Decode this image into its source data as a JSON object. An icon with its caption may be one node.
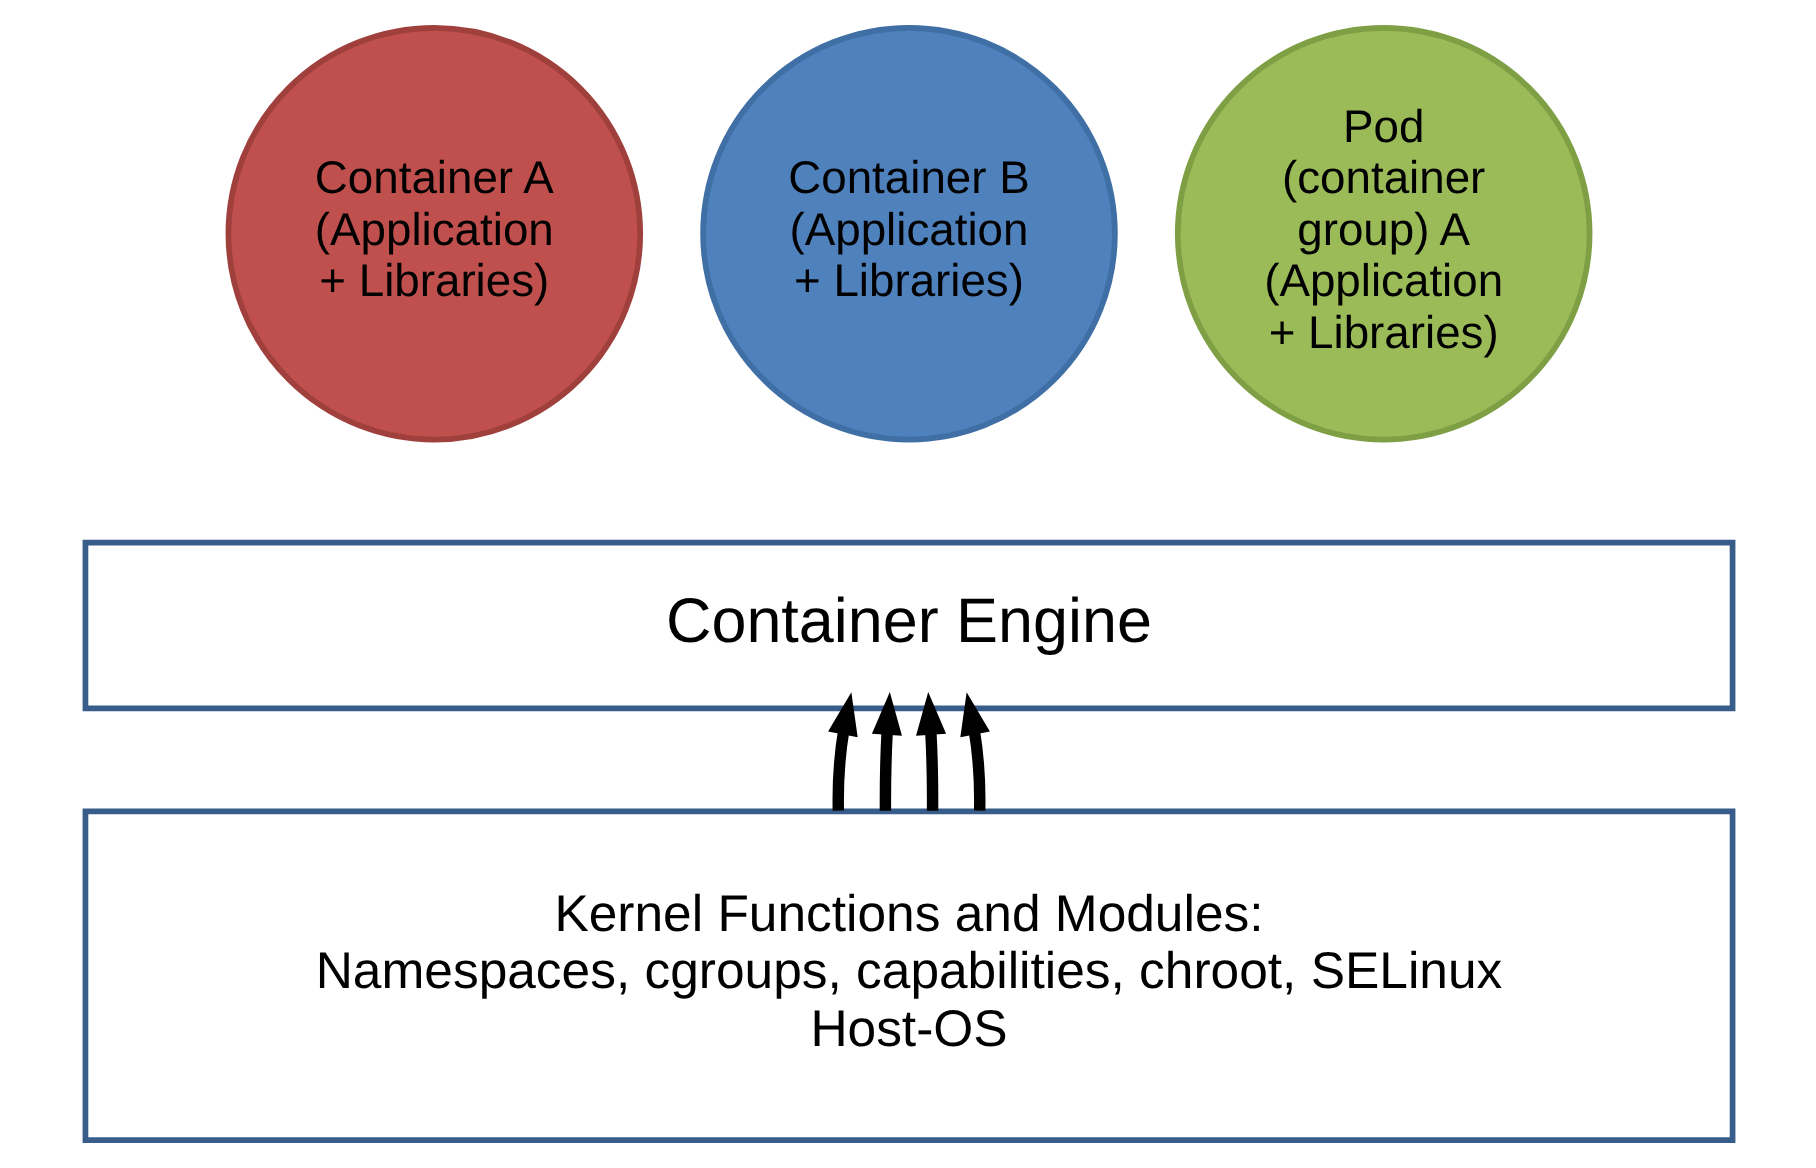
{
  "diagram": {
    "nodes": [
      {
        "text": [
          "Container A (Application + Libraries)"
        ]
      },
      {
        "text": [
          "Container B (Application + Libraries)"
        ]
      },
      {
        "text": [
          "Pod (container group) A (Application + Libraries)"
        ]
      },
      {
        "text": [
          "Container Engine"
        ]
      },
      {
        "text": [
          "Kernel Functions and Modules:",
          "Namespaces, cgroups, capabilities, chroot, SELinux",
          "Host-OS"
        ]
      }
    ],
    "edges": [
      {
        "from": 4,
        "to": 3,
        "arrow": "to"
      },
      {
        "from": 4,
        "to": 3,
        "arrow": "to"
      },
      {
        "from": 4,
        "to": 3,
        "arrow": "to"
      },
      {
        "from": 4,
        "to": 3,
        "arrow": "to"
      }
    ]
  }
}
